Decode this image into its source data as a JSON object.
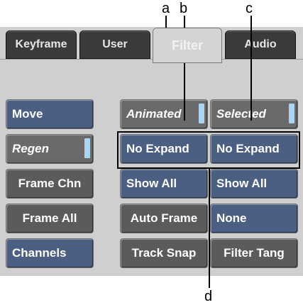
{
  "tabs": [
    {
      "label": "Keyframe",
      "active": false
    },
    {
      "label": "User",
      "active": false
    },
    {
      "label": "Filter",
      "active": true
    },
    {
      "label": "Audio",
      "active": false
    }
  ],
  "left_column": {
    "move": "Move",
    "regen": "Regen",
    "frame_chn": "Frame Chn",
    "frame_all": "Frame All",
    "channels": "Channels"
  },
  "middle_column": {
    "animated": "Animated",
    "expand": "No Expand",
    "show": "Show All",
    "auto_frame": "Auto Frame",
    "track_snap": "Track Snap"
  },
  "right_column": {
    "selected": "Selected",
    "expand": "No Expand",
    "show": "Show All",
    "none": "None",
    "filter_tang": "Filter Tang"
  },
  "callouts": {
    "a": "a",
    "b": "b",
    "c": "c",
    "d": "d"
  },
  "colors": {
    "panel": "#cfcfcf",
    "tab_inactive": "#3a3a3a",
    "button_blue": "#4b5f82",
    "button_gray": "#5b5b5b",
    "toggle_indicator": "#a9d7f3"
  }
}
